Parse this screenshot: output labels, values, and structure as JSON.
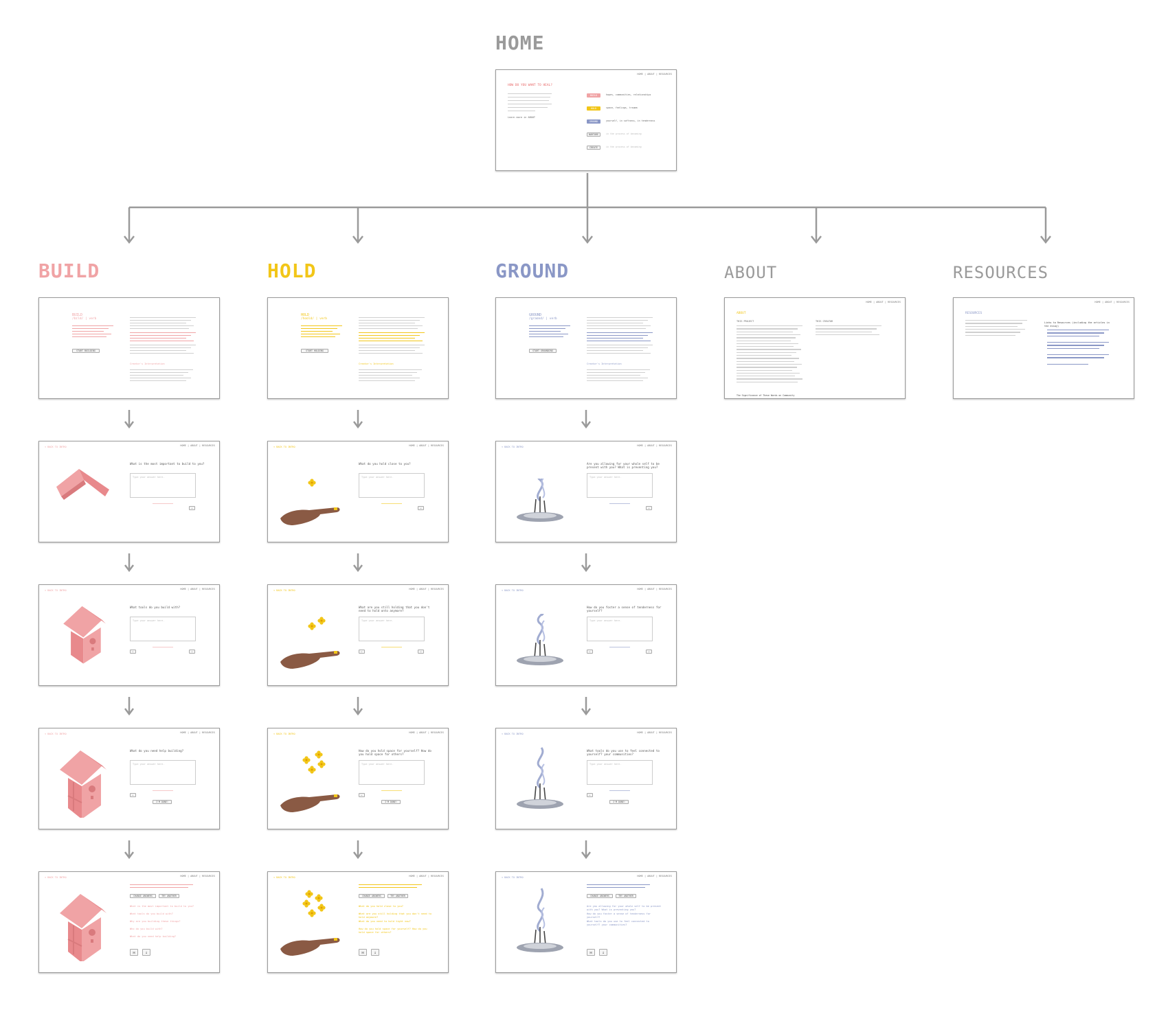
{
  "titles": {
    "home": "HOME",
    "build": "BUILD",
    "hold": "HOLD",
    "ground": "GROUND",
    "about": "ABOUT",
    "resources": "RESOURCES"
  },
  "colors": {
    "build": "#f0a3a5",
    "hold": "#f2c618",
    "ground": "#8a97c6",
    "gray": "#9a9a9a",
    "text": "#555555"
  },
  "nav_text": "HOME | ABOUT | RESOURCES",
  "back_text": "< BACK TO INTRO",
  "home_card": {
    "heading": "HOW DO YOU WANT TO HEAL?",
    "learn_more": "Learn more in ABOUT",
    "options": [
      {
        "label": "BUILD",
        "desc": "hopes, communities, relationships"
      },
      {
        "label": "HOLD",
        "desc": "space, feelings, trauma"
      },
      {
        "label": "GROUND",
        "desc": "yourself, in softness, in tenderness"
      },
      {
        "label": "NURTURE",
        "desc": "in the process of becoming"
      },
      {
        "label": "CREATE",
        "desc": "in the process of becoming"
      }
    ]
  },
  "intro_cards": {
    "build": {
      "heading": "BUILD",
      "pron": "/bɪld/ | verb",
      "button": "START BUILDING",
      "subhead": "Creator's Interpretation"
    },
    "hold": {
      "heading": "HOLD",
      "pron": "/hoʊld/ | verb",
      "button": "START HOLDING",
      "subhead": "Creator's Interpretation"
    },
    "ground": {
      "heading": "GROUND",
      "pron": "/graʊnd/ | verb",
      "button": "START GROUNDING",
      "subhead": "Creator's Interpretation"
    }
  },
  "about_card": {
    "heading": "ABOUT",
    "col1": "THIS PROJECT",
    "col2": "THIS CREATOR",
    "footer": "The Significance of These Words on Community"
  },
  "resources_card": {
    "heading": "RESOURCES",
    "col2": "Links to Resources (including the articles in the essay)"
  },
  "placeholder": "Type your answer here.",
  "questions": {
    "build": [
      "What is the most important to build to you?",
      "What tools do you build with?",
      "What do you need help building?"
    ],
    "hold": [
      "What do you hold close to you?",
      "What are you still holding that you don't need to hold onto anymore?",
      "How do you hold space for yourself? How do you hold space for others?"
    ],
    "ground": [
      "Are you allowing for your whole self to be present with you? What is preventing you?",
      "How do you foster a sense of tenderness for yourself?",
      "What tools do you use to feel connected to yourself? your communities?"
    ]
  },
  "buttons": {
    "done": "I'M DONE!",
    "change": "CHANGE ANSWERS",
    "another": "TRY ANOTHER"
  },
  "summary": {
    "build": [
      "What is the most important to build to you?",
      "What tools do you build with?",
      "Why are you building these things?",
      "Who do you build with?",
      "What do you need help building?"
    ],
    "hold": [
      "What do you hold close to you?",
      "What are you still holding that you don't need to hold anymore?",
      "What do you need to hold tight now?",
      "How do you hold space for yourself? How do you hold space for others?"
    ],
    "ground": [
      "Are you allowing for your whole self to be present with you? What is preventing you?",
      "How do you foster a sense of tenderness for yourself?",
      "What tools do you use to feel connected to yourself? your communities?"
    ]
  }
}
